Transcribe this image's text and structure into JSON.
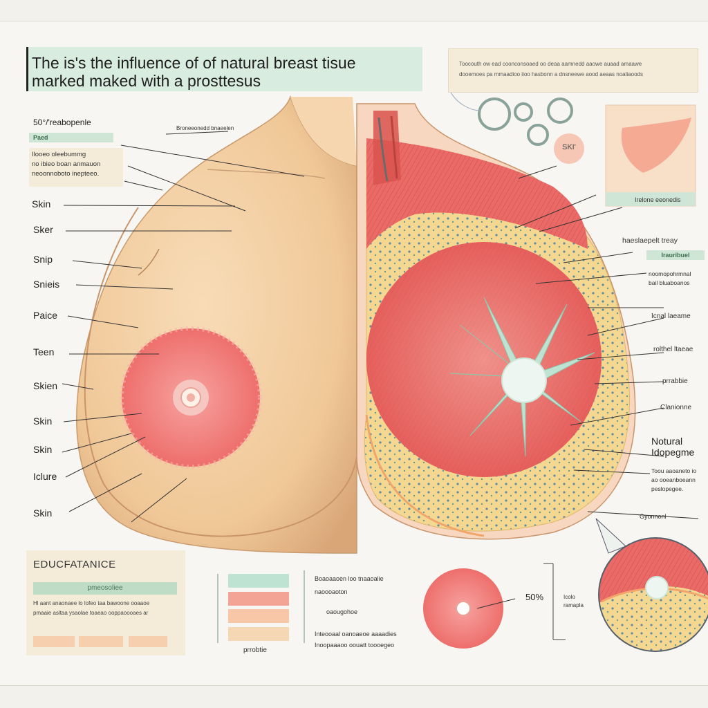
{
  "title": {
    "line1": "The is's the influence of of natural breast tisue",
    "line2": "marked maked with a prosttesus"
  },
  "top_note": {
    "lines": [
      "Toocouth ow ead coonconsoaed oo deaa aamnedd aaowe auaad amaawe",
      "dooemoes pa mmaadioo iioo hasbonn a dnsneewe aood aeaas noaliaoods"
    ]
  },
  "top_small_label": "Broneeonedd bnaeelen",
  "skin_circle_label": "SKI'",
  "inset_caption": "Irelone eeonedis",
  "left_header": {
    "title": "50°/'reabopenle",
    "tag": "Paed",
    "lines": [
      "Ilooeo oleebummg",
      "no ibieo boan anmauon",
      "neoonnoboto inepteeo."
    ]
  },
  "left_labels": [
    "Skin",
    "Sker",
    "Snip",
    "Snieis",
    "Paice",
    "Teen",
    "Skien",
    "Skin",
    "Skin",
    "Iclure",
    "Skin"
  ],
  "right_block": {
    "head": "haeslaepelt treay",
    "tag": "Irauribuel",
    "sub_lines": [
      "noomopohrmnal",
      "bail bluaboanos"
    ]
  },
  "right_labels": [
    "Icnal laeame",
    "rolthel ltaeae",
    "prrabbie",
    "Clanionne"
  ],
  "right_heading": {
    "line1": "Notural",
    "line2": "Idopegme",
    "sub_lines": [
      "Toou aaoaneto io",
      "ao ooeanboeann",
      "peslopegee."
    ]
  },
  "bottom_right_label": "Gyonnonl",
  "panel": {
    "title": "EDUCFATANICE",
    "tag": "pmeosoliee",
    "lines": [
      "Hl aant anaonaee lo lofeo taa bawoone ooaaoe",
      "pmaaie asltaa ysaolae toaeao ooppaoooaes ar"
    ]
  },
  "legend_label": "prrobtie",
  "legend_text": [
    [
      "Boaoaaoen loo tnaaoalie",
      "naoooaoton"
    ],
    [
      "oaougohoe",
      ""
    ],
    [
      "Inteooaal oanoaeoe aaaadies",
      "Inoopaaaoo oouatt toooegeo"
    ]
  ],
  "percent_label": "50%",
  "zoom_caption": [
    "Icolo",
    "ramapla"
  ],
  "colors": {
    "skin": "#f2cda3",
    "skin_shadow": "#d9a677",
    "muscle": "#e55f5c",
    "muscle_light": "#f08f86",
    "fat": "#f3d489",
    "mint": "#bfe3d2",
    "areola": "#ef7a75",
    "panel": "#f4ecd9"
  }
}
